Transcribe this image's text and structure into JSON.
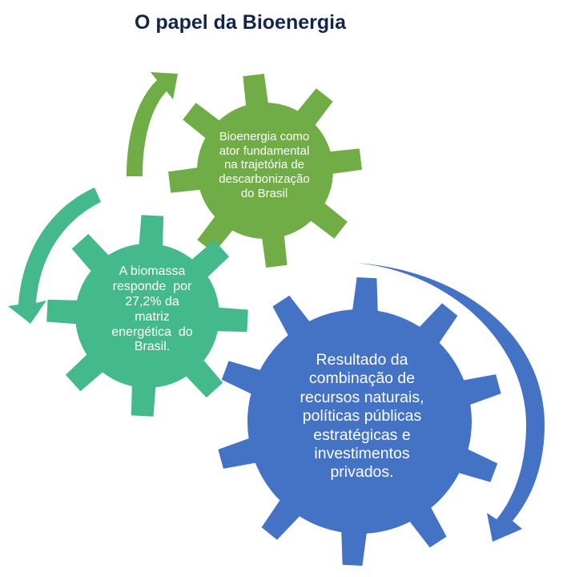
{
  "title": "O papel da Bioenergia",
  "colors": {
    "title": "#14254a",
    "green_gear": "#70ad47",
    "teal_gear": "#44b98b",
    "blue_gear": "#4472c4",
    "green_arrow": "#70ad47",
    "teal_arrow": "#44b98b",
    "blue_arrow": "#4472c4"
  },
  "gears": [
    {
      "id": "green",
      "lines": [
        "Bioenergia como",
        "ator fundamental",
        "na trajetória de",
        "descarbonização",
        "do Brasil"
      ]
    },
    {
      "id": "teal",
      "lines": [
        "A biomassa",
        "responde  por",
        "27,2% da",
        "matriz",
        "energética  do",
        "Brasil."
      ]
    },
    {
      "id": "blue",
      "lines": [
        "Resultado da",
        "combinação de",
        "recursos naturais,",
        "políticas públicas",
        "estratégicas e",
        "investimentos",
        "privados."
      ]
    }
  ],
  "icons": {
    "green_arrow": "curved-arrow-up-icon",
    "teal_arrow": "curved-arrow-down-icon",
    "blue_arrow": "curved-arrow-clockwise-icon"
  }
}
